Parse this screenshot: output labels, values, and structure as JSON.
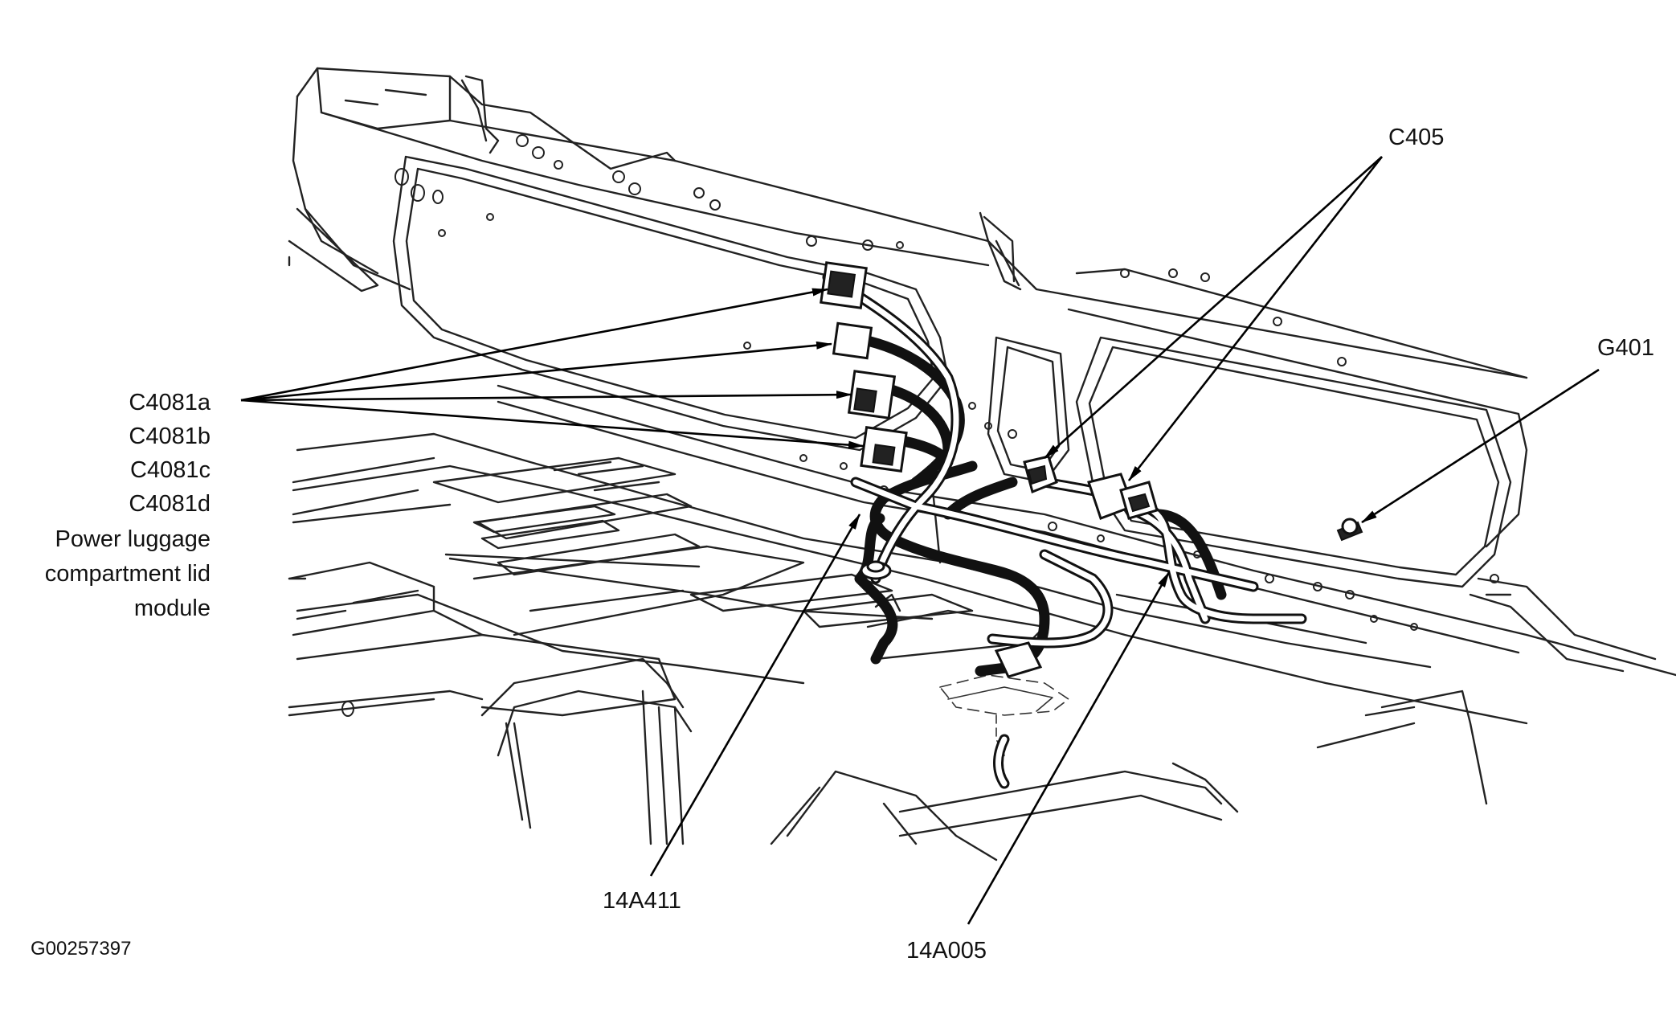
{
  "labels": {
    "c405": "C405",
    "g401": "G401",
    "c4081a": "C4081a",
    "c4081b": "C4081b",
    "c4081c": "C4081c",
    "c4081d": "C4081d",
    "module_line1": "Power luggage",
    "module_line2": "compartment lid",
    "module_line3": "module",
    "harness_14a411": "14A411",
    "harness_14a005": "14A005",
    "figure_id": "G00257397"
  },
  "colors": {
    "ink": "#111111",
    "background": "#ffffff"
  }
}
